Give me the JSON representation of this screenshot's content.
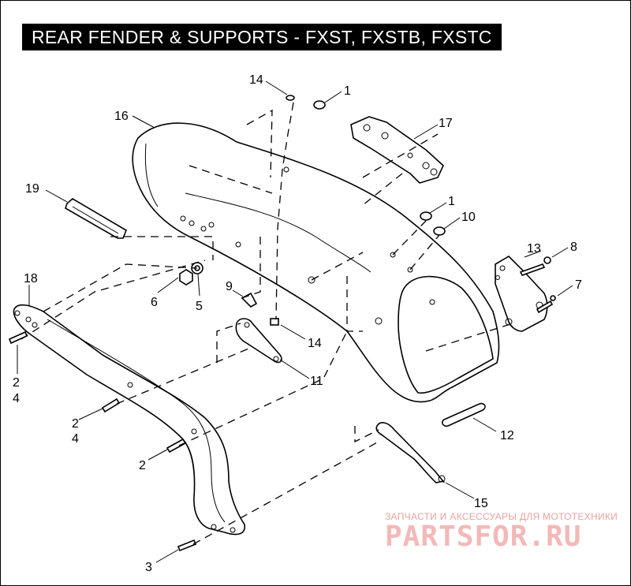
{
  "title": "REAR FENDER & SUPPORTS - FXST, FXSTB, FXSTC",
  "callouts": {
    "c14a": "14",
    "c1a": "1",
    "c16": "16",
    "c17": "17",
    "c19": "19",
    "c1b": "1",
    "c10": "10",
    "c13": "13",
    "c8": "8",
    "c7": "7",
    "c18": "18",
    "c6": "6",
    "c5": "5",
    "c9": "9",
    "c14b": "14",
    "c11": "11",
    "c2a": "2",
    "c4a": "4",
    "c2b": "2",
    "c4b": "4",
    "c2c": "2",
    "c12": "12",
    "c15": "15",
    "c3": "3"
  },
  "watermark": {
    "line1": "ЗАПЧАСТИ И АКСЕССУАРЫ ДЛЯ МОТОТЕХНИКИ",
    "line2": "PARTSFOR.RU"
  }
}
